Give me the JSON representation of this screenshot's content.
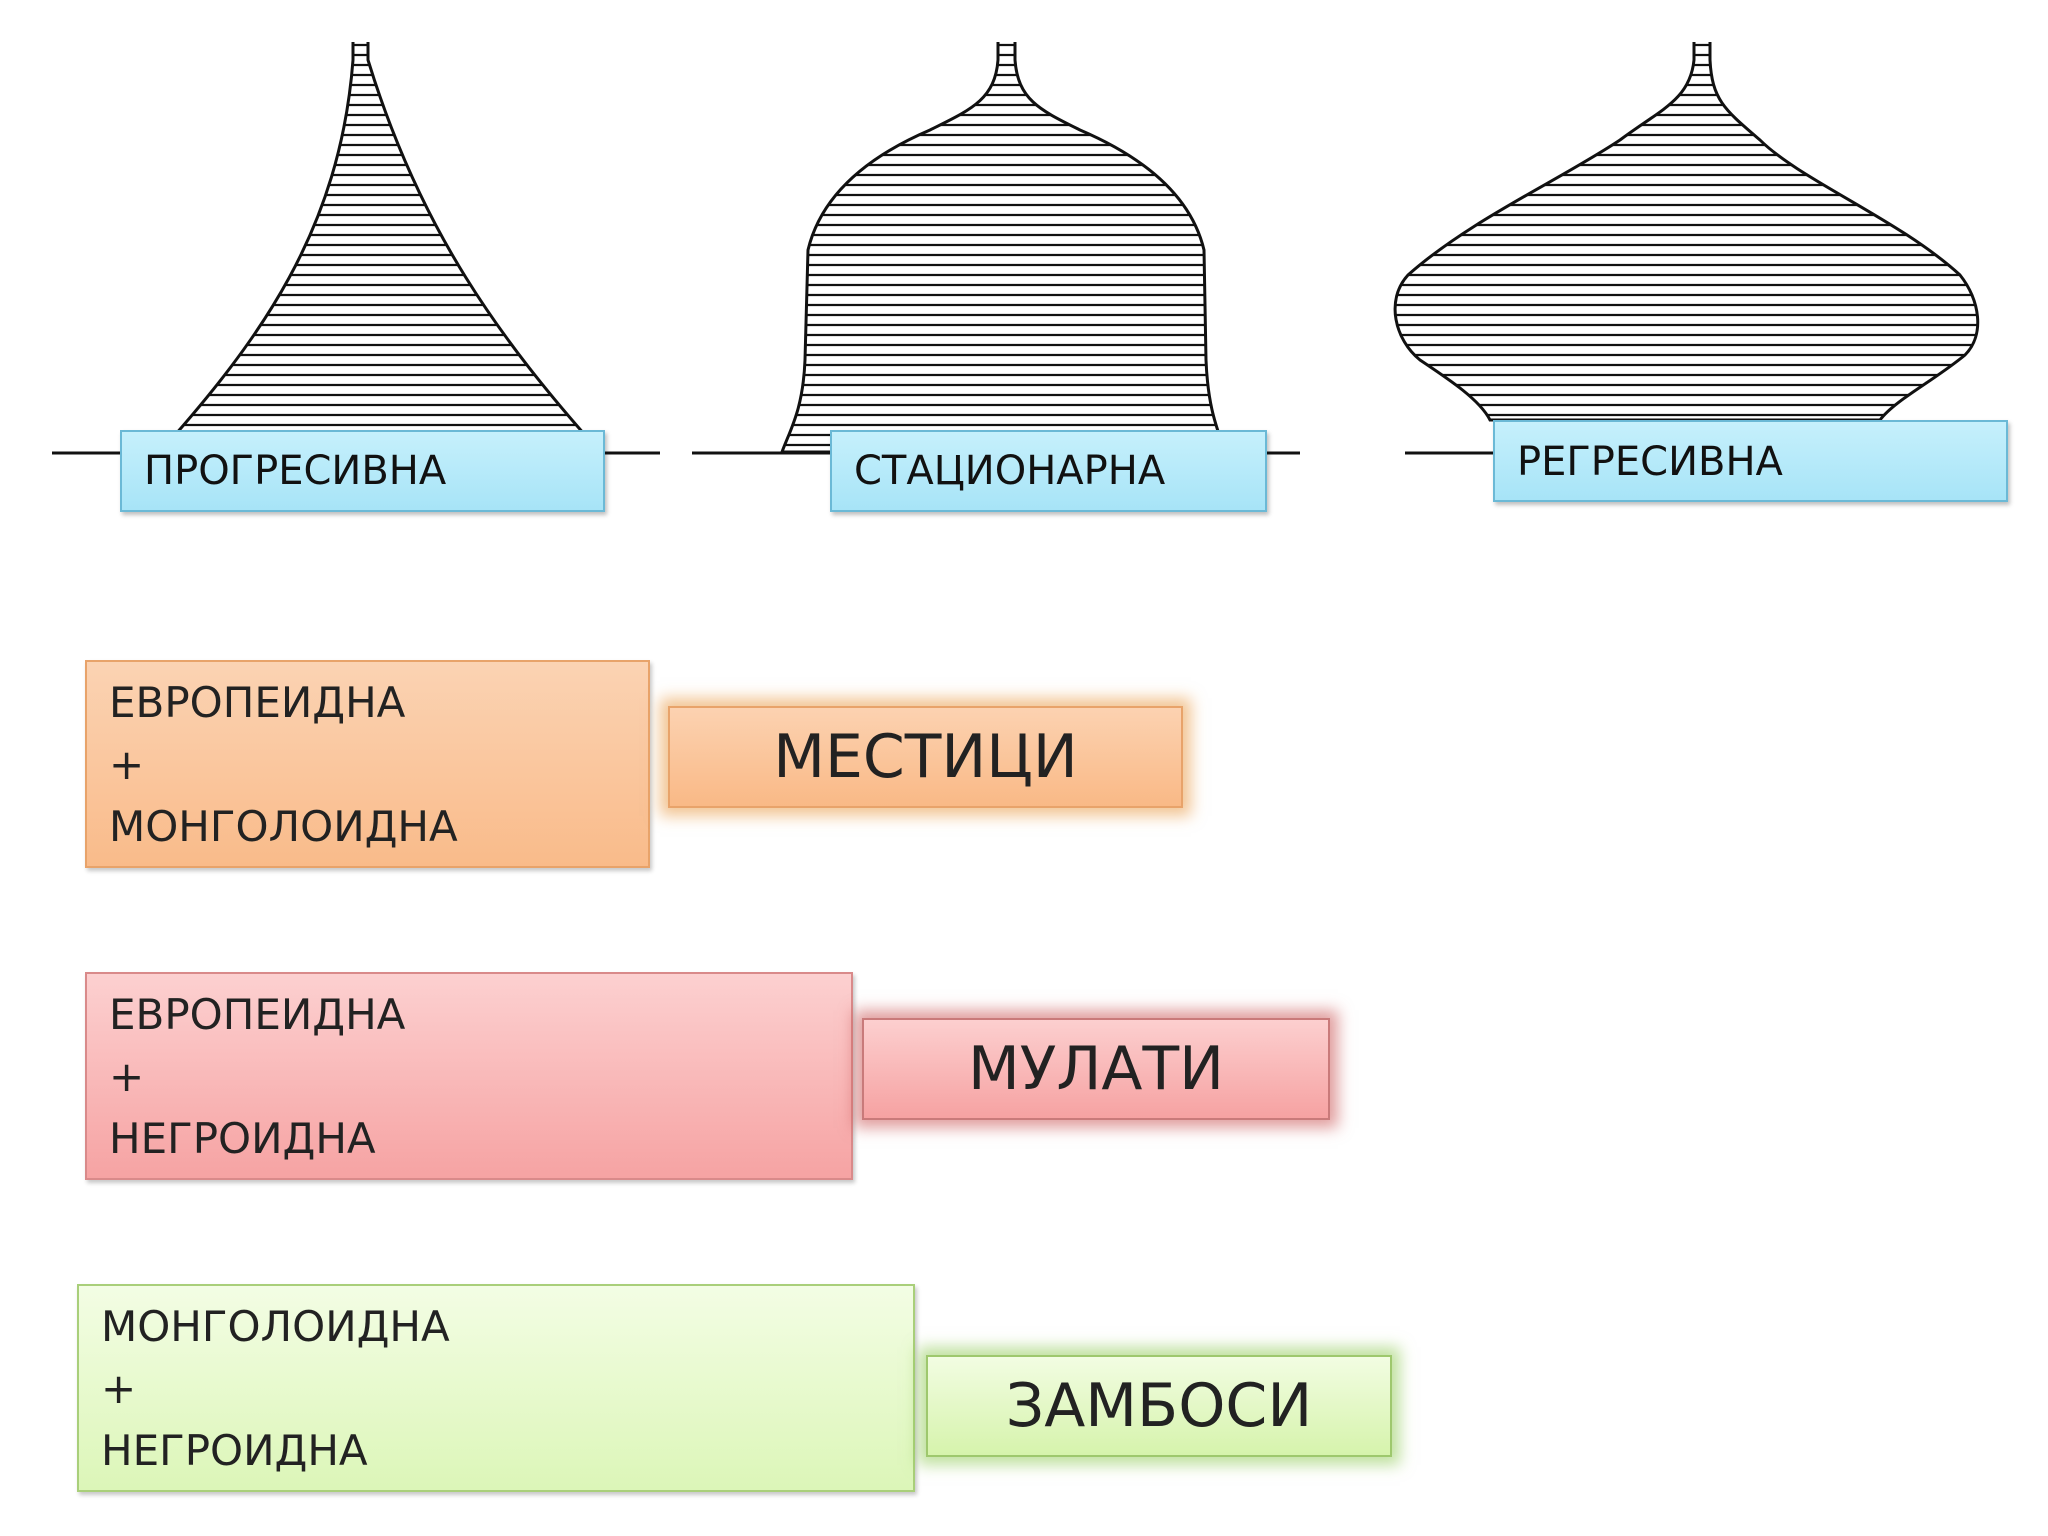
{
  "pyramids": {
    "progressive_label": "ПРОГРЕСИВНА",
    "stationary_label": "СТАЦИОНАРНА",
    "regressive_label": "РЕГРЕСИВНА"
  },
  "mixes": [
    {
      "line1": "ЕВРОПЕИДНА",
      "plus": "+",
      "line2": "МОНГОЛОИДНА",
      "result": "МЕСТИЦИ",
      "color": "#f9bb8a"
    },
    {
      "line1": "ЕВРОПЕИДНА",
      "plus": "+",
      "line2": "НЕГРОИДНА",
      "result": "МУЛАТИ",
      "color": "#f6a3a3"
    },
    {
      "line1": "МОНГОЛОИДНА",
      "plus": "+",
      "line2": "НЕГРОИДНА",
      "result": "ЗАМБОСИ",
      "color": "#dcf6b8"
    }
  ]
}
